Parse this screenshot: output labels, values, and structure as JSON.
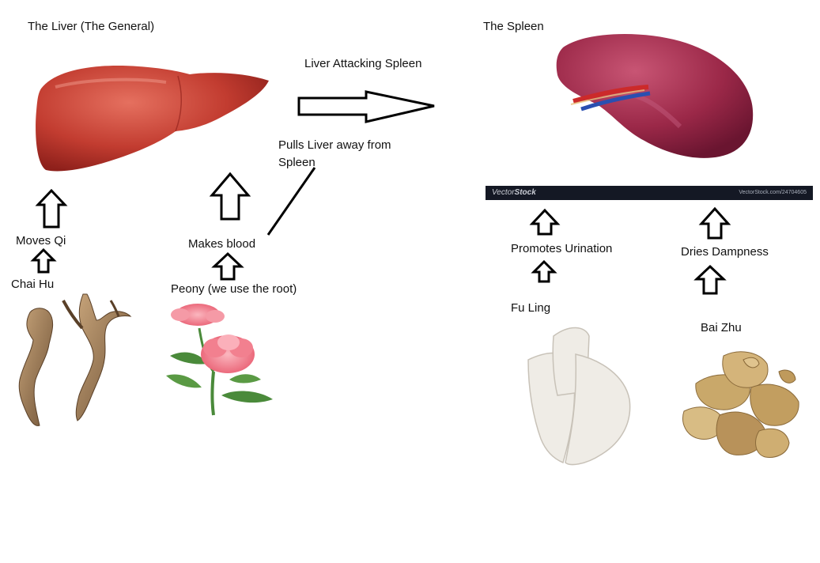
{
  "labels": {
    "liver_title": "The Liver (The General)",
    "spleen_title": "The Spleen",
    "liver_attacking_spleen": "Liver Attacking Spleen",
    "pulls_liver_line1": "Pulls Liver away from",
    "pulls_liver_line2": "Spleen",
    "moves_qi": "Moves Qi",
    "chai_hu": "Chai Hu",
    "makes_blood": "Makes blood",
    "peony": "Peony (we use the root)",
    "promotes_urination": "Promotes Urination",
    "fu_ling": "Fu Ling",
    "dries_dampness": "Dries Dampness",
    "bai_zhu": "Bai Zhu"
  },
  "watermark": {
    "brand_light": "Vector",
    "brand_bold": "Stock",
    "id_text": "VectorStock.com/24704605"
  },
  "images": {
    "liver": "liver-illustration",
    "spleen": "spleen-illustration",
    "chai_hu_root": "chai-hu-root-photo",
    "peony": "peony-flower-photo",
    "fu_ling": "fu-ling-slices-photo",
    "bai_zhu": "bai-zhu-slices-photo"
  },
  "colors": {
    "liver": "#b8322a",
    "spleen": "#9c2a4a",
    "root": "#9a7a55",
    "peony_petal": "#f27b8a",
    "leaf": "#4a8a3a",
    "fu_ling": "#efece6",
    "bai_zhu": "#c9a86a",
    "arrow": "#000000"
  }
}
